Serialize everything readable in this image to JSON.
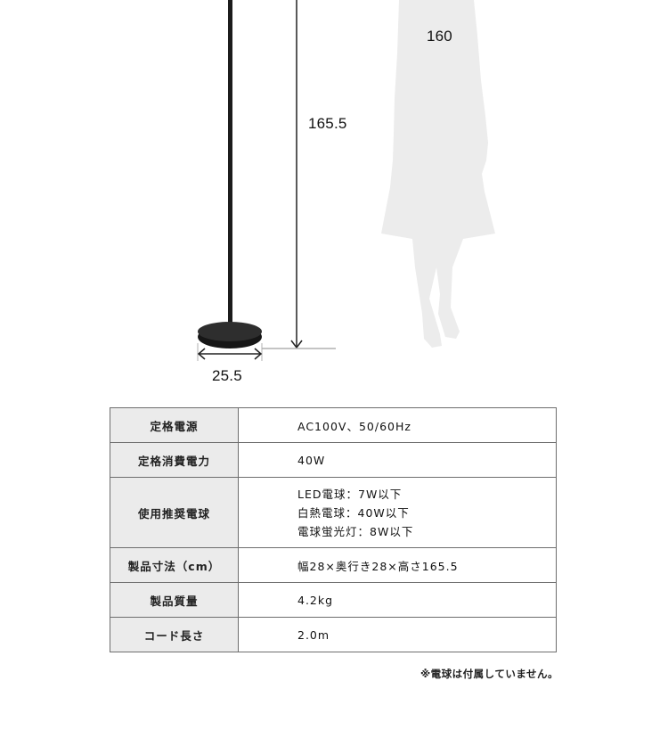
{
  "illustration": {
    "lamp_height_label": "165.5",
    "base_width_label": "25.5",
    "person_height_label": "160",
    "colors": {
      "lamp": "#1c1c1c",
      "person_silhouette": "#ececec",
      "dimension_line": "#222222",
      "ground_line": "#b0b0b0"
    }
  },
  "spec_table": {
    "rows": [
      {
        "label": "定格電源",
        "value": "AC100V、50/60Hz"
      },
      {
        "label": "定格消費電力",
        "value": "40W"
      },
      {
        "label": "使用推奨電球",
        "lines": [
          "LED電球：7W以下",
          "白熱電球：40W以下",
          "電球蛍光灯：8W以下"
        ]
      },
      {
        "label": "製品寸法（cm）",
        "value": "幅28×奥行き28×高さ165.5"
      },
      {
        "label": "製品質量",
        "value": "4.2kg"
      },
      {
        "label": "コード長さ",
        "value": "2.0m"
      }
    ],
    "colors": {
      "label_bg": "#ebebeb",
      "border": "#6e6e6e"
    }
  },
  "footnote": "※電球は付属していません。"
}
